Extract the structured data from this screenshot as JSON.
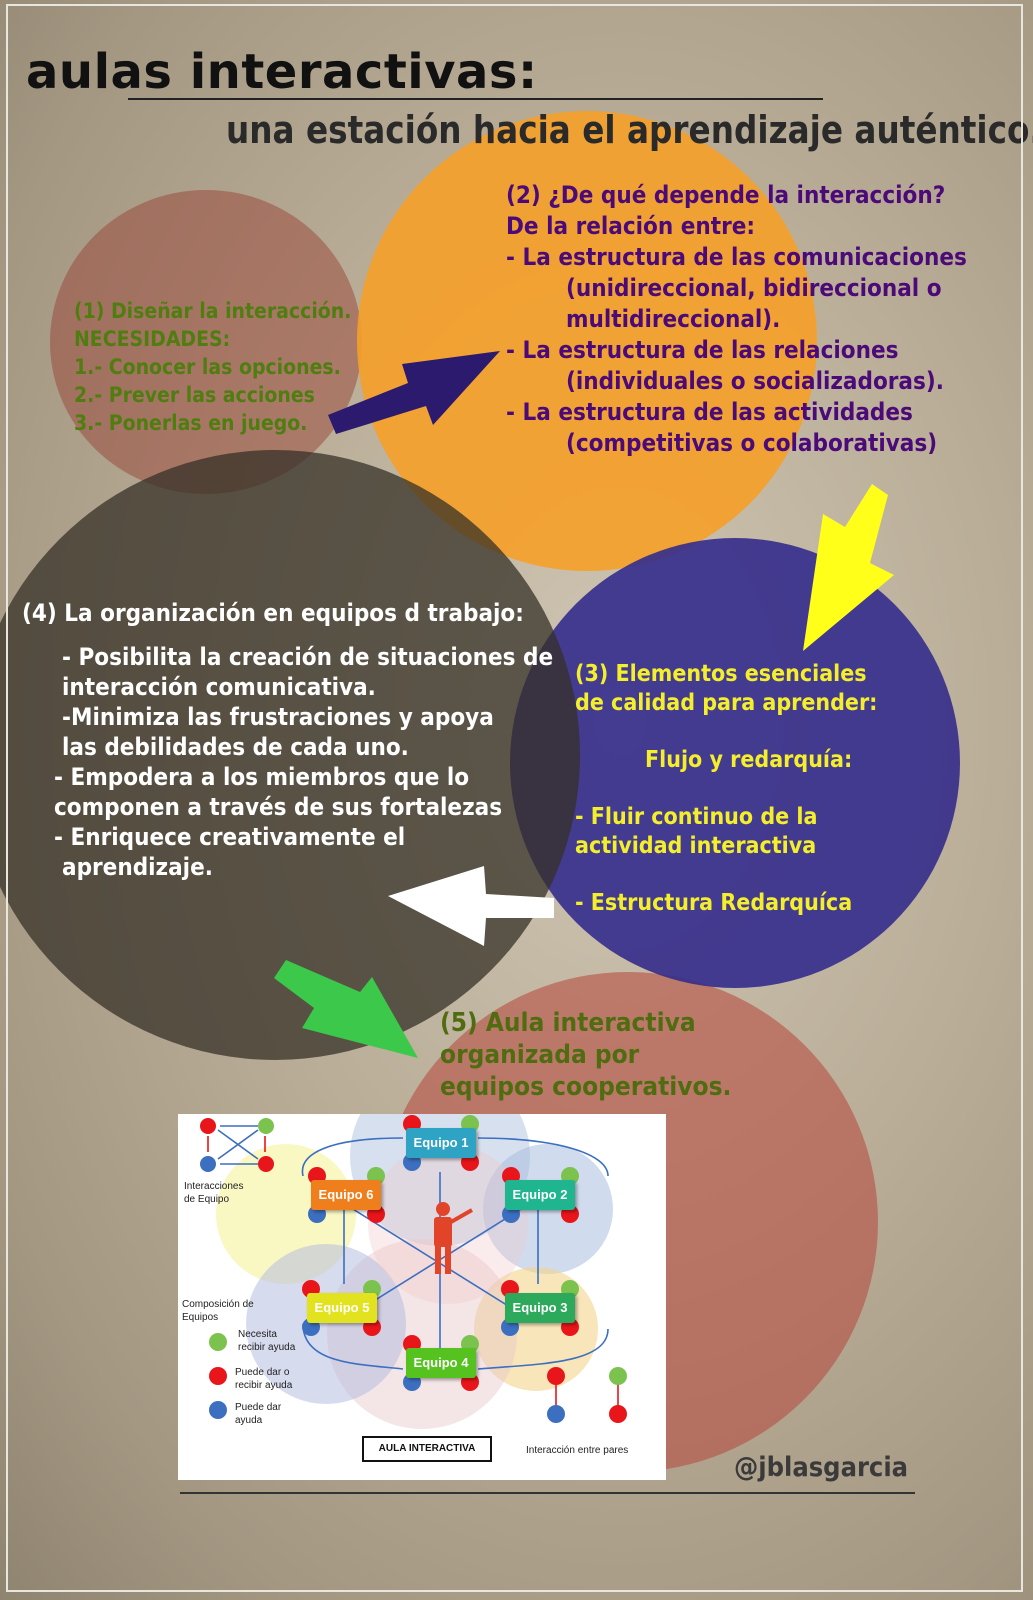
{
  "header": {
    "title": "aulas interactivas:",
    "subtitle": "una estación hacia el aprendizaje auténtico."
  },
  "circle1": {
    "lines": [
      "(1) Diseñar la interacción.",
      "NECESIDADES:",
      "1.-  Conocer las opciones.",
      "2.-  Prever las acciones",
      "3.-  Ponerlas en juego."
    ],
    "color": "#7a2a22"
  },
  "circle2": {
    "lines": [
      "(2) ¿De qué depende la interacción?",
      "De la relación entre:",
      "- La estructura de las comunicaciones",
      "(unidireccional, bidireccional  o",
      "multidireccional).",
      "- La estructura de las relaciones",
      "(individuales o socializadoras).",
      "- La estructura de las actividades",
      "(competitivas o colaborativas)"
    ],
    "color": "#f2a02e"
  },
  "circle3": {
    "lines": [
      "(3) Elementos esenciales",
      "de calidad para aprender:",
      "Flujo y redarquía:",
      "- Fluir continuo de la",
      "actividad  interactiva",
      "- Estructura Redarquíca"
    ],
    "color": "#3d3286"
  },
  "circle4": {
    "lines": [
      "(4) La organización en equipos d trabajo:",
      "- Posibilita la creación de  situaciones de",
      "interacción comunicativa.",
      "-Minimiza las frustraciones y apoya",
      "las debilidades de cada uno.",
      "- Empodera a los miembros que lo",
      "componen a través de sus fortalezas",
      "- Enriquece creativamente el",
      "aprendizaje."
    ],
    "color": "#3a352c"
  },
  "circle5": {
    "lines": [
      "(5) Aula interactiva",
      "organizada por",
      "equipos cooperativos."
    ],
    "color": "#b8483a"
  },
  "arrows": {
    "a1_color": "#2b1a6e",
    "a2_color": "#ffff1a",
    "a3_color": "#ffffff",
    "a4_color": "#3cc84a"
  },
  "diagram": {
    "teams": [
      "Equipo 1",
      "Equipo 2",
      "Equipo 3",
      "Equipo 4",
      "Equipo 5",
      "Equipo 6"
    ],
    "interacciones_equipo": [
      "Interacciones",
      "de Equipo"
    ],
    "composicion": [
      "Composición de",
      "Equipos"
    ],
    "legend": {
      "necesita": [
        "Necesita",
        "recibir ayuda"
      ],
      "puede_dar_recibir": [
        "Puede dar  o",
        "recibir ayuda"
      ],
      "puede_dar": [
        "Puede dar",
        "ayuda"
      ]
    },
    "aula_label": "AULA INTERACTIVA",
    "pares_label": "Interacción entre pares",
    "colors": {
      "green": "#7cc24e",
      "red": "#e8151b",
      "blue": "#3c6fc0"
    }
  },
  "footer": {
    "handle": "@jblasgarcia"
  }
}
